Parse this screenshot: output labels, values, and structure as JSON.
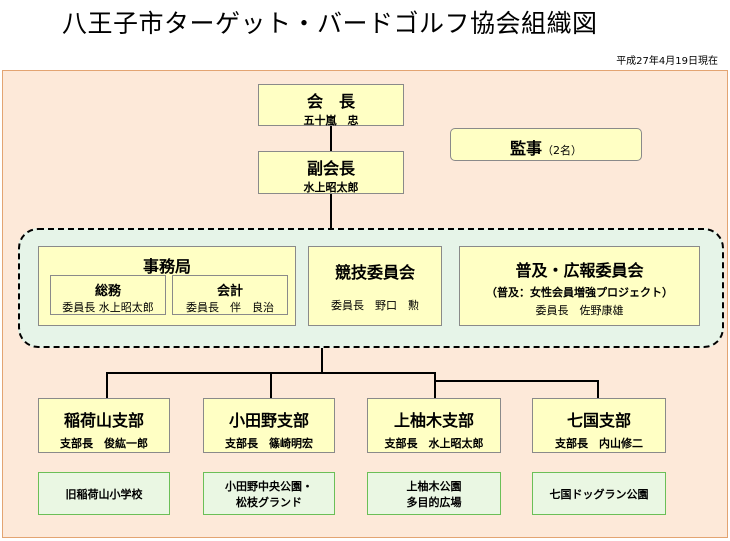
{
  "title": "八王子市ターゲット・バードゴルフ協会組織図",
  "as_of": "平成27年4月19日現在",
  "president": {
    "role": "会　長",
    "name": "五十嵐　忠"
  },
  "vice_president": {
    "role": "副会長",
    "name": "水上昭太郎"
  },
  "auditor": {
    "role": "監事",
    "note": "（2名）"
  },
  "secretariat": {
    "name": "事務局",
    "general": {
      "name": "総務",
      "head": "委員長 水上昭太郎"
    },
    "accounting": {
      "name": "会計",
      "head": "委員長　伴　良治"
    }
  },
  "competition": {
    "name": "競技委員会",
    "head": "委員長　野口　勲"
  },
  "publicity": {
    "name": "普及・広報委員会",
    "sub": "（普及：女性会員増強プロジェクト）",
    "head": "委員長　佐野康雄"
  },
  "branches": [
    {
      "name": "稲荷山支部",
      "head": "支部長　俊紘一郎",
      "venue": "旧稲荷山小学校"
    },
    {
      "name": "小田野支部",
      "head": "支部長　篠崎明宏",
      "venue": "小田野中央公園・\n松枝グランド"
    },
    {
      "name": "上柚木支部",
      "head": "支部長　水上昭太郎",
      "venue": "上柚木公園\n多目的広場"
    },
    {
      "name": "七国支部",
      "head": "支部長　内山修二",
      "venue": "七国ドッグラン公園"
    }
  ]
}
